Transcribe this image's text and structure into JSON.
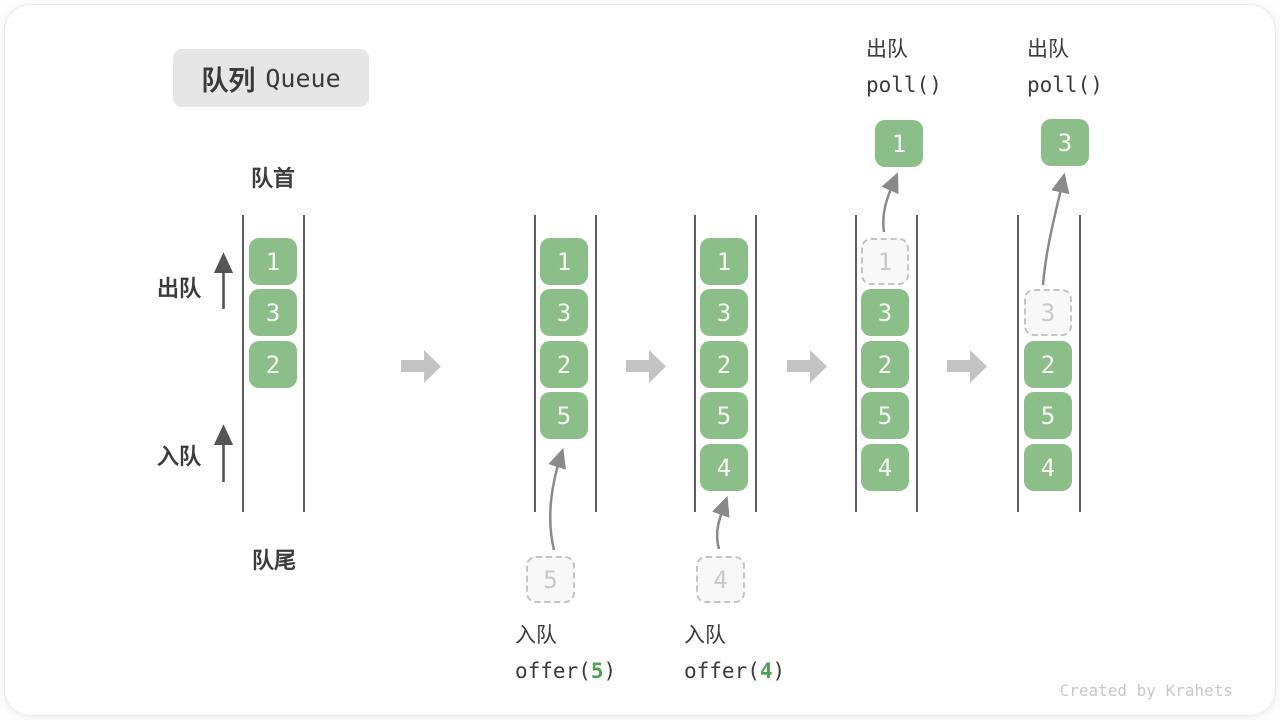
{
  "title": {
    "zh": "队列",
    "en": "Queue"
  },
  "labels": {
    "front": "队首",
    "rear": "队尾",
    "dequeue": "出队",
    "enqueue": "入队"
  },
  "colors": {
    "box_green": "#8cbe8a",
    "box_text": "#f7f8f3",
    "dashed_border": "#c4c4c4",
    "dashed_text": "#c9c9c9",
    "rail": "#5d5d5d",
    "block_arrow": "#c3c3c3",
    "curve_arrow": "#8a8a8a",
    "label_text": "#3b3b3b",
    "code_arg_green": "#4f9e53"
  },
  "queues": [
    {
      "name": "state-initial",
      "cells": [
        {
          "value": "1",
          "style": "solid"
        },
        {
          "value": "3",
          "style": "solid"
        },
        {
          "value": "2",
          "style": "solid"
        }
      ]
    },
    {
      "name": "state-after-offer-5",
      "cells": [
        {
          "value": "1",
          "style": "solid"
        },
        {
          "value": "3",
          "style": "solid"
        },
        {
          "value": "2",
          "style": "solid"
        },
        {
          "value": "5",
          "style": "solid"
        }
      ],
      "incoming": {
        "value": "5"
      },
      "op": {
        "label": "入队",
        "code_pre": "offer(",
        "arg": "5",
        "code_post": ")"
      }
    },
    {
      "name": "state-after-offer-4",
      "cells": [
        {
          "value": "1",
          "style": "solid"
        },
        {
          "value": "3",
          "style": "solid"
        },
        {
          "value": "2",
          "style": "solid"
        },
        {
          "value": "5",
          "style": "solid"
        },
        {
          "value": "4",
          "style": "solid"
        }
      ],
      "incoming": {
        "value": "4"
      },
      "op": {
        "label": "入队",
        "code_pre": "offer(",
        "arg": "4",
        "code_post": ")"
      }
    },
    {
      "name": "state-poll-1",
      "cells": [
        {
          "value": "1",
          "style": "dashed"
        },
        {
          "value": "3",
          "style": "solid"
        },
        {
          "value": "2",
          "style": "solid"
        },
        {
          "value": "5",
          "style": "solid"
        },
        {
          "value": "4",
          "style": "solid"
        }
      ],
      "out": {
        "value": "1"
      },
      "op": {
        "label": "出队",
        "code": "poll()"
      }
    },
    {
      "name": "state-poll-3",
      "cells": [
        {
          "value": "3",
          "style": "dashed"
        },
        {
          "value": "2",
          "style": "solid"
        },
        {
          "value": "5",
          "style": "solid"
        },
        {
          "value": "4",
          "style": "solid"
        }
      ],
      "out": {
        "value": "3"
      },
      "op": {
        "label": "出队",
        "code": "poll()"
      }
    }
  ],
  "watermark": "Created by Krahets"
}
